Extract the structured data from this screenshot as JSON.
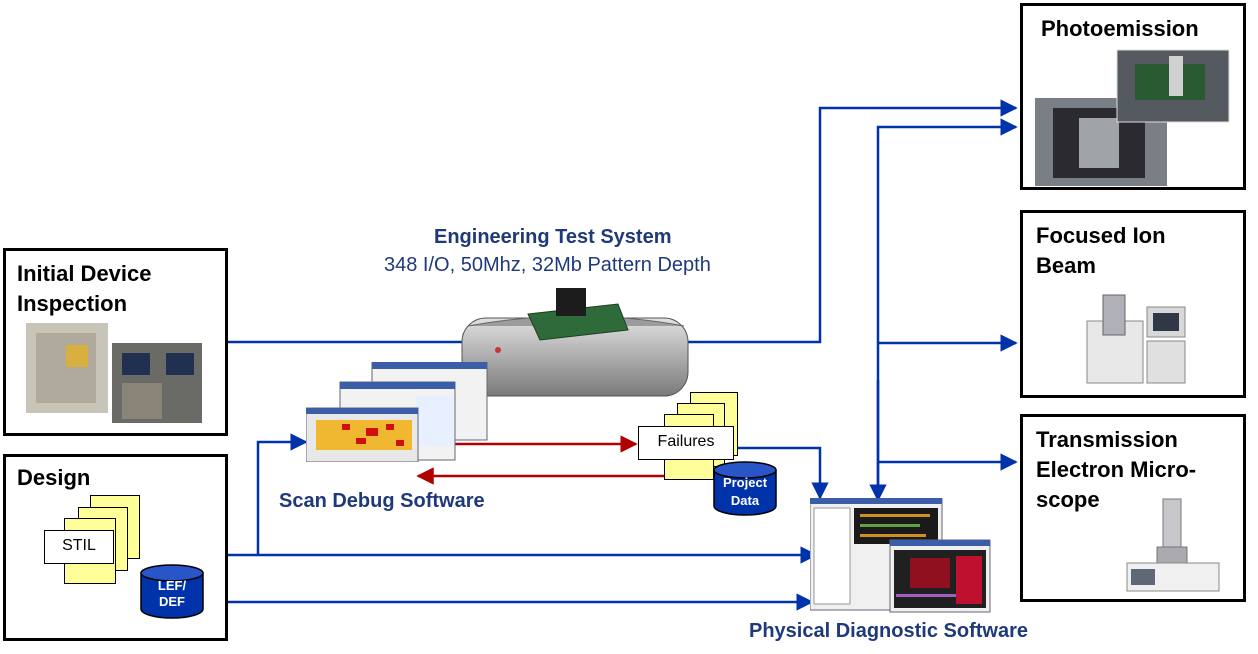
{
  "inspection": {
    "title": "Initial Device Inspection"
  },
  "design": {
    "title": "Design",
    "stil_label": "STIL",
    "lefdef_label": "LEF/ DEF"
  },
  "test_system": {
    "title": "Engineering Test System",
    "subtitle": "348 I/O, 50Mhz, 32Mb Pattern Depth"
  },
  "scan_debug": {
    "caption": "Scan Debug Software",
    "failures_label": "Failures",
    "project_data_label": "Project Data"
  },
  "physical": {
    "caption": "Physical Diagnostic Software"
  },
  "tools": {
    "photoemission": "Photoemission",
    "fib": "Focused Ion Beam",
    "tem": "Transmission Electron Micro-scope"
  },
  "colors": {
    "arrow_blue": "#0033aa",
    "arrow_red": "#b00000",
    "caption_blue": "#1f3a7a",
    "doc_yellow": "#ffff99",
    "db_blue": "#0033aa"
  }
}
